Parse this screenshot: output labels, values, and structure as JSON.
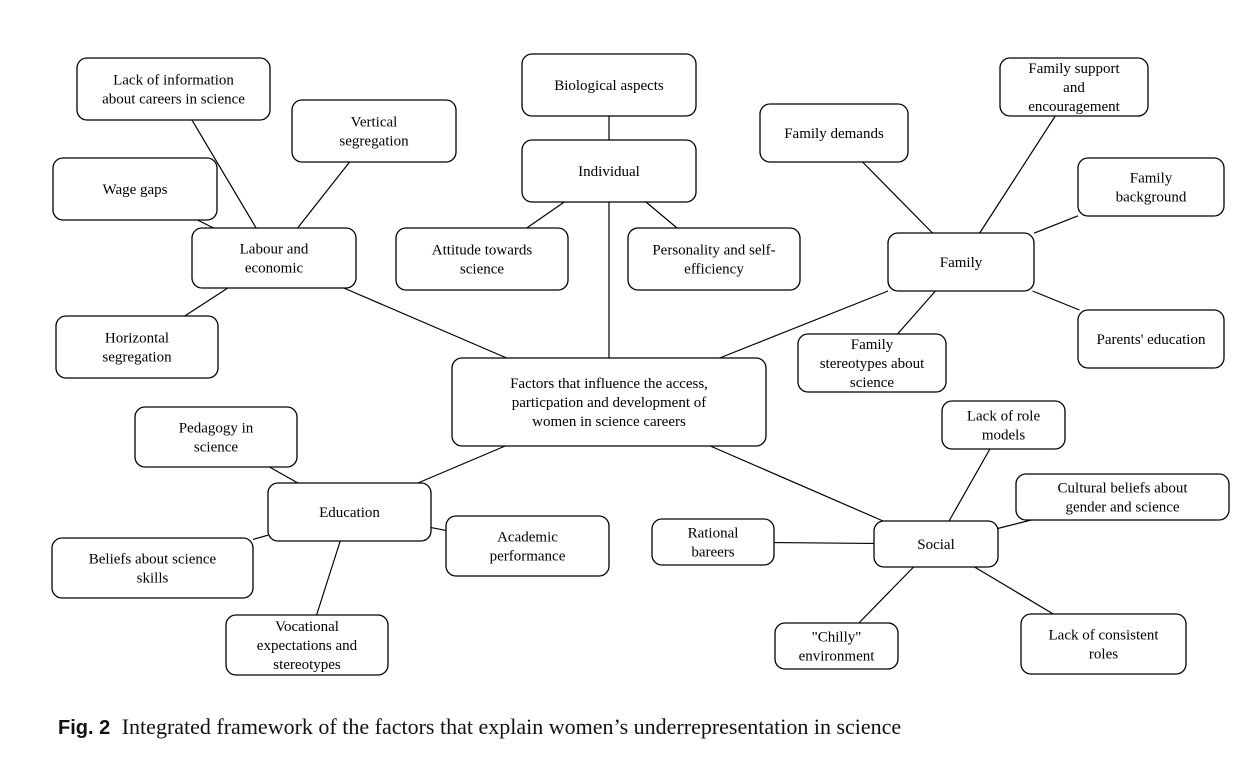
{
  "diagram": {
    "nodes": {
      "center": {
        "lines": [
          "Factors that influence the access,",
          "particpation and development of",
          "women in science careers"
        ]
      },
      "individual": {
        "lines": [
          "Individual"
        ]
      },
      "biological": {
        "lines": [
          "Biological aspects"
        ]
      },
      "attitude": {
        "lines": [
          "Attitude towards",
          "science"
        ]
      },
      "personality": {
        "lines": [
          "Personality and self-",
          "efficiency"
        ]
      },
      "labour": {
        "lines": [
          "Labour and",
          "economic"
        ]
      },
      "lack_info": {
        "lines": [
          "Lack of information",
          "about careers in science"
        ]
      },
      "vertical": {
        "lines": [
          "Vertical",
          "segregation"
        ]
      },
      "wage": {
        "lines": [
          "Wage gaps"
        ]
      },
      "horizontal": {
        "lines": [
          "Horizontal",
          "segregation"
        ]
      },
      "family": {
        "lines": [
          "Family"
        ]
      },
      "family_demands": {
        "lines": [
          "Family demands"
        ]
      },
      "family_support": {
        "lines": [
          "Family support",
          "and",
          "encouragement"
        ]
      },
      "family_background": {
        "lines": [
          "Family",
          "background"
        ]
      },
      "parents_edu": {
        "lines": [
          "Parents' education"
        ]
      },
      "family_stereo": {
        "lines": [
          "Family",
          "stereotypes about",
          "science"
        ]
      },
      "education": {
        "lines": [
          "Education"
        ]
      },
      "pedagogy": {
        "lines": [
          "Pedagogy in",
          "science"
        ]
      },
      "beliefs_skills": {
        "lines": [
          "Beliefs about science",
          "skills"
        ]
      },
      "vocational": {
        "lines": [
          "Vocational",
          "expectations and",
          "stereotypes"
        ]
      },
      "academic": {
        "lines": [
          "Academic",
          "performance"
        ]
      },
      "social": {
        "lines": [
          "Social"
        ]
      },
      "role_models": {
        "lines": [
          "Lack of role",
          "models"
        ]
      },
      "cultural": {
        "lines": [
          "Cultural beliefs about",
          "gender and science"
        ]
      },
      "rational": {
        "lines": [
          "Rational",
          "bareers"
        ]
      },
      "chilly": {
        "lines": [
          "\"Chilly\"",
          "environment"
        ]
      },
      "consistent": {
        "lines": [
          "Lack of consistent",
          "roles"
        ]
      }
    }
  },
  "caption": {
    "label": "Fig. 2",
    "text": "Integrated framework of the factors that explain women’s underrepresentation in science"
  }
}
